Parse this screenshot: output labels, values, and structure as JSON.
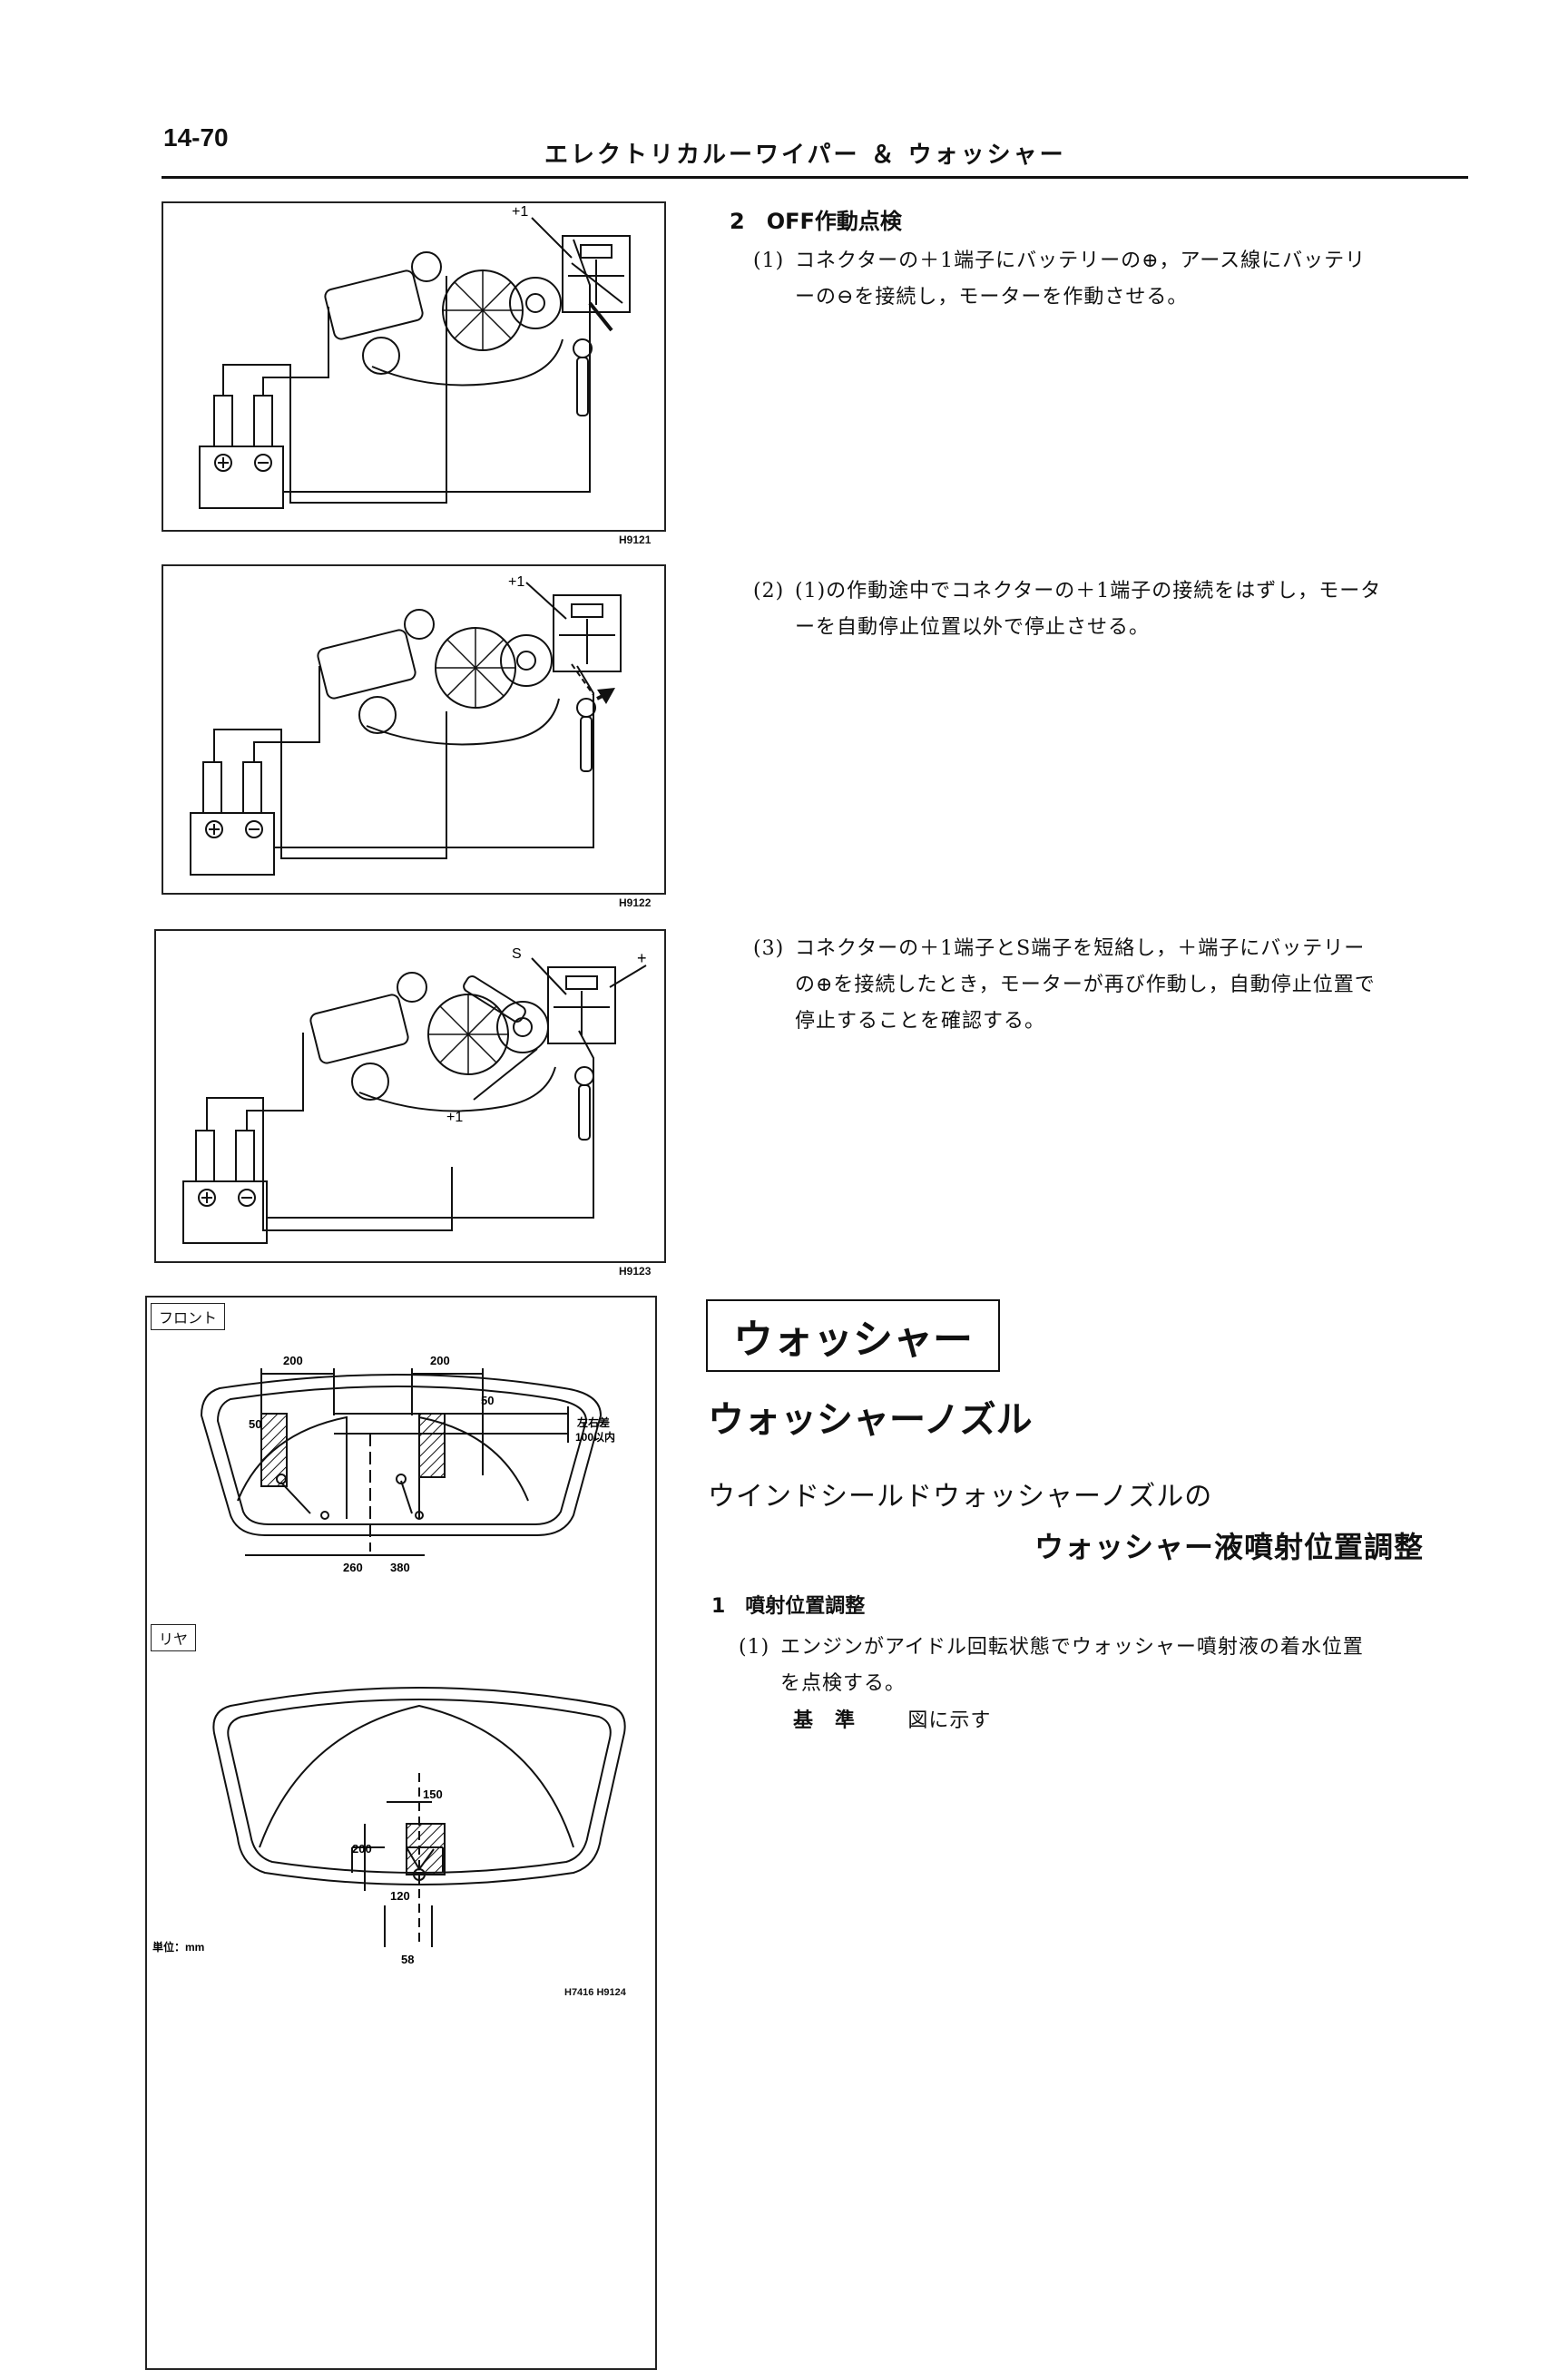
{
  "header": {
    "page_number": "14-70",
    "title": "エレクトリカルーワイパー ＆ ウォッシャー"
  },
  "figures": {
    "fig1": {
      "code": "H9121",
      "label_plus1": "+1"
    },
    "fig2": {
      "code": "H9122",
      "label_plus1": "+1"
    },
    "fig3": {
      "code": "H9123",
      "label_s": "S",
      "label_plus": "+",
      "label_plus1": "+1"
    },
    "fig4": {
      "code": "H7416 H9124",
      "front_tag": "フロント",
      "rear_tag": "リヤ",
      "unit_label": "単位：mm",
      "front_dims": {
        "w_left": "200",
        "w_right": "200",
        "angle_left": "50",
        "angle_right": "50",
        "tol_line1": "左右差",
        "tol_line2": "100以内",
        "bottom_left": "260",
        "bottom_right": "380"
      },
      "rear_dims": {
        "width": "150",
        "height": "200",
        "offset": "120",
        "bottom": "58"
      }
    }
  },
  "section_off": {
    "heading": "2　OFF作動点検",
    "items": [
      {
        "num": "(1)",
        "line1": "コネクターの＋1端子にバッテリーの⊕，アース線にバッテリ",
        "line2": "ーの⊖を接続し，モーターを作動させる。"
      },
      {
        "num": "(2)",
        "line1": "(1)の作動途中でコネクターの＋1端子の接続をはずし，モータ",
        "line2": "ーを自動停止位置以外で停止させる。"
      },
      {
        "num": "(3)",
        "line1": "コネクターの＋1端子とS端子を短絡し，＋端子にバッテリー",
        "line2": "の⊕を接続したとき，モーターが再び作動し，自動停止位置で",
        "line3": "停止することを確認する。"
      }
    ]
  },
  "washer": {
    "section_title": "ウォッシャー",
    "subsection_title": "ウォッシャーノズル",
    "topic_line1": "ウインドシールドウォッシャーノズルの",
    "topic_line2": "ウォッシャー液噴射位置調整",
    "step_heading": "1　噴射位置調整",
    "item_num": "(1)",
    "item_line1": "エンジンがアイドル回転状態でウォッシャー噴射液の着水位置",
    "item_line2": "を点検する。",
    "standard_label": "基　準",
    "standard_value": "図に示す"
  }
}
